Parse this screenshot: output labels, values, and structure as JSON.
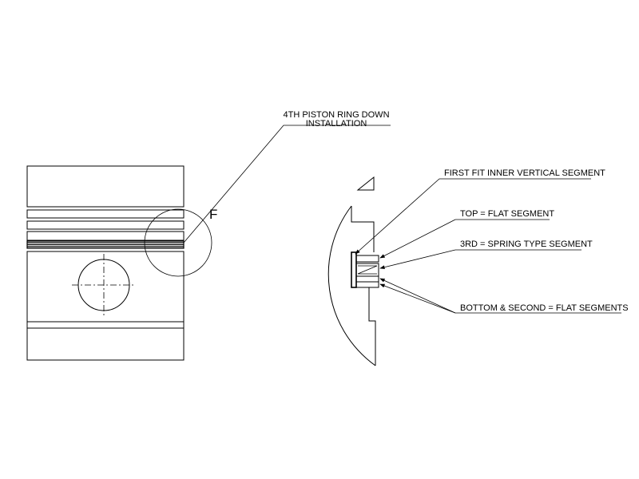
{
  "callouts": {
    "installation_line1": "4TH PISTON RING DOWN",
    "installation_line2": "INSTALLATION",
    "detail_letter": "F",
    "first_fit": "FIRST FIT INNER VERTICAL SEGMENT",
    "top": "TOP = FLAT SEGMENT",
    "third": "3RD = SPRING TYPE SEGMENT",
    "bottom_second": "BOTTOM & SECOND = FLAT SEGMENTS"
  }
}
